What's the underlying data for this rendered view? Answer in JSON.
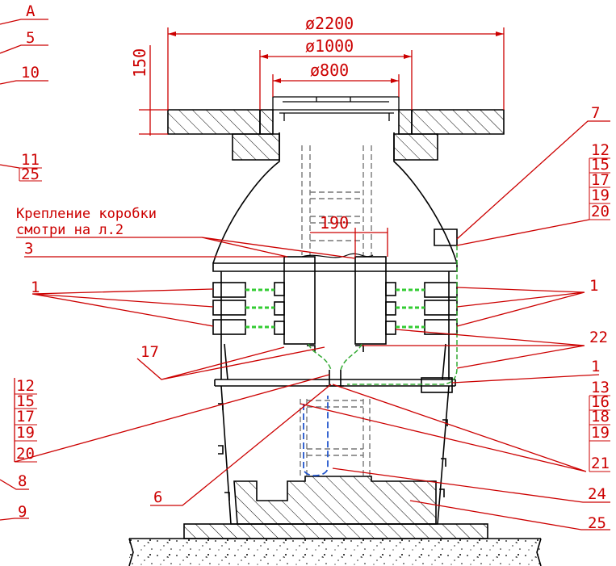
{
  "dimensions": {
    "d2200": "ø2200",
    "d1000": "ø1000",
    "d800": "ø800",
    "h150": "150",
    "w190": "190"
  },
  "note": {
    "line1": "Крепление коробки",
    "line2": "смотри на л.2"
  },
  "left_callouts": {
    "a": "A",
    "n5": "5",
    "n10": "10",
    "n11": "11",
    "n25": "25",
    "n3": "3",
    "n1": "1",
    "n17": "17",
    "stack_12": "12",
    "stack_15": "15",
    "stack_17": "17",
    "stack_19": "19",
    "stack_20": "20",
    "n8": "8",
    "n9": "9",
    "n6": "6"
  },
  "right_callouts": {
    "n7": "7",
    "stack_12": "12",
    "stack_15": "15",
    "stack_17": "17",
    "stack_19": "19",
    "stack_20": "20",
    "n1_upper": "1",
    "n22": "22",
    "n1_lower": "1",
    "stack_13": "13",
    "stack_16": "16",
    "stack_18": "18",
    "stack_19b": "19",
    "stack_21": "21",
    "n24": "24",
    "n25": "25"
  },
  "colors": {
    "outline": "#000000",
    "annotation": "#cc0000",
    "pipe": "#33cc33",
    "cable_green": "#33aa33",
    "cable_blue": "#2255cc",
    "hatch": "#000000",
    "hidden_line": "#777777"
  }
}
